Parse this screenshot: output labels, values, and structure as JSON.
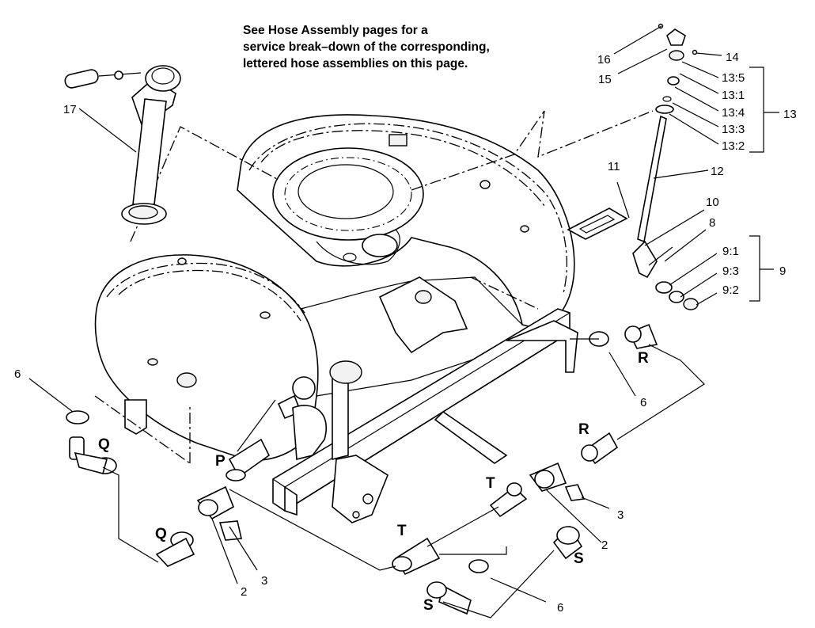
{
  "note": {
    "line1": "See Hose Assembly pages for a",
    "line2": "service break–down of the corresponding,",
    "line3": "lettered hose assemblies on this page."
  },
  "callouts": {
    "c2a": "2",
    "c2b": "2",
    "c3a": "3",
    "c3b": "3",
    "c6a": "6",
    "c6b": "6",
    "c6c": "6",
    "c8": "8",
    "c9": "9",
    "c9_1": "9:1",
    "c9_2": "9:2",
    "c9_3": "9:3",
    "c10": "10",
    "c11": "11",
    "c12": "12",
    "c13": "13",
    "c13_1": "13:1",
    "c13_2": "13:2",
    "c13_3": "13:3",
    "c13_4": "13:4",
    "c13_5": "13:5",
    "c14": "14",
    "c15": "15",
    "c16": "16",
    "c17": "17"
  },
  "hose_letters": {
    "p": "P",
    "q1": "Q",
    "q2": "Q",
    "r1": "R",
    "r2": "R",
    "s1": "S",
    "s2": "S",
    "t1": "T",
    "t2": "T"
  }
}
